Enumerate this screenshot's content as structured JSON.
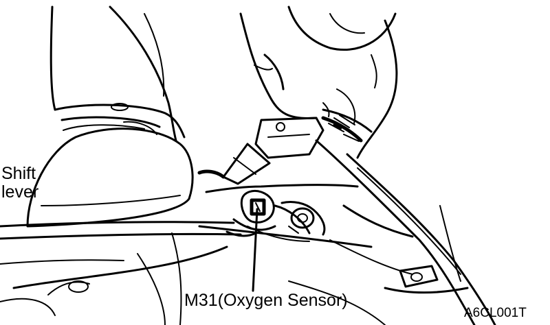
{
  "labels": {
    "shift_lever": [
      "Shift",
      "lever"
    ],
    "oxygen_sensor": "M31(Oxygen Sensor)",
    "figure_code": "A6CL001T"
  },
  "colors": {
    "ink": "#000000",
    "paper": "#ffffff"
  }
}
